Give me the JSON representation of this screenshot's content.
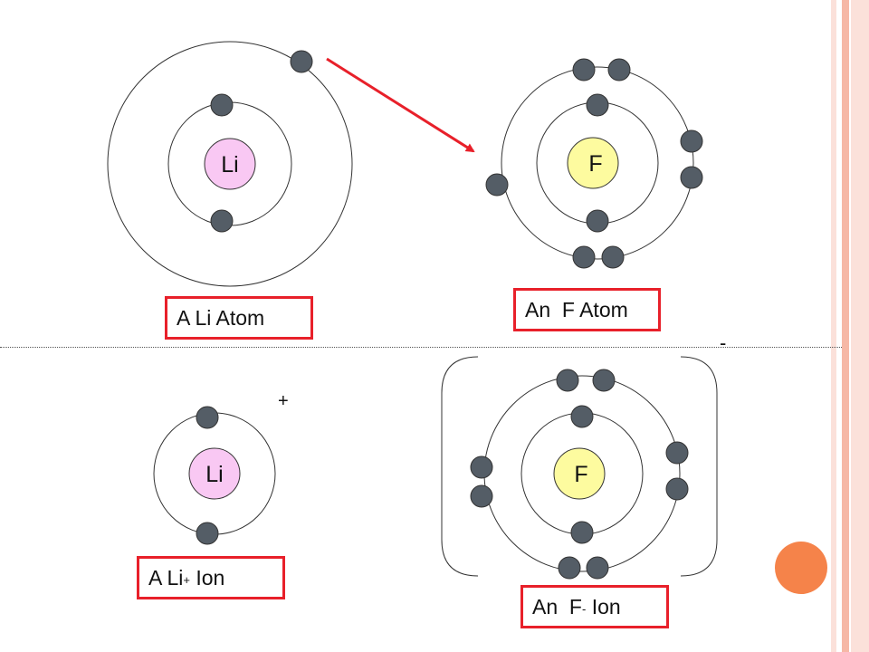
{
  "colors": {
    "electron": "#545d66",
    "li_nucleus": "#f9c8f3",
    "f_nucleus": "#fdfb9f",
    "arrow": "#e8202a",
    "label_border": "#e8202a",
    "stripe_light": "#fbe1da",
    "stripe_mid": "#f6b8a6",
    "accent": "#f5834a"
  },
  "atoms": {
    "li_atom": {
      "symbol": "Li",
      "label": "A Li Atom"
    },
    "f_atom": {
      "symbol": "F",
      "label": "An  F Atom"
    },
    "li_ion": {
      "symbol": "Li",
      "label_prefix": "A Li",
      "label_sup": "+",
      "label_suffix": " Ion",
      "charge": "+"
    },
    "f_ion": {
      "symbol": "F",
      "label_prefix": "An  F",
      "label_sup": "-",
      "label_suffix": " Ion",
      "charge": "-"
    }
  }
}
